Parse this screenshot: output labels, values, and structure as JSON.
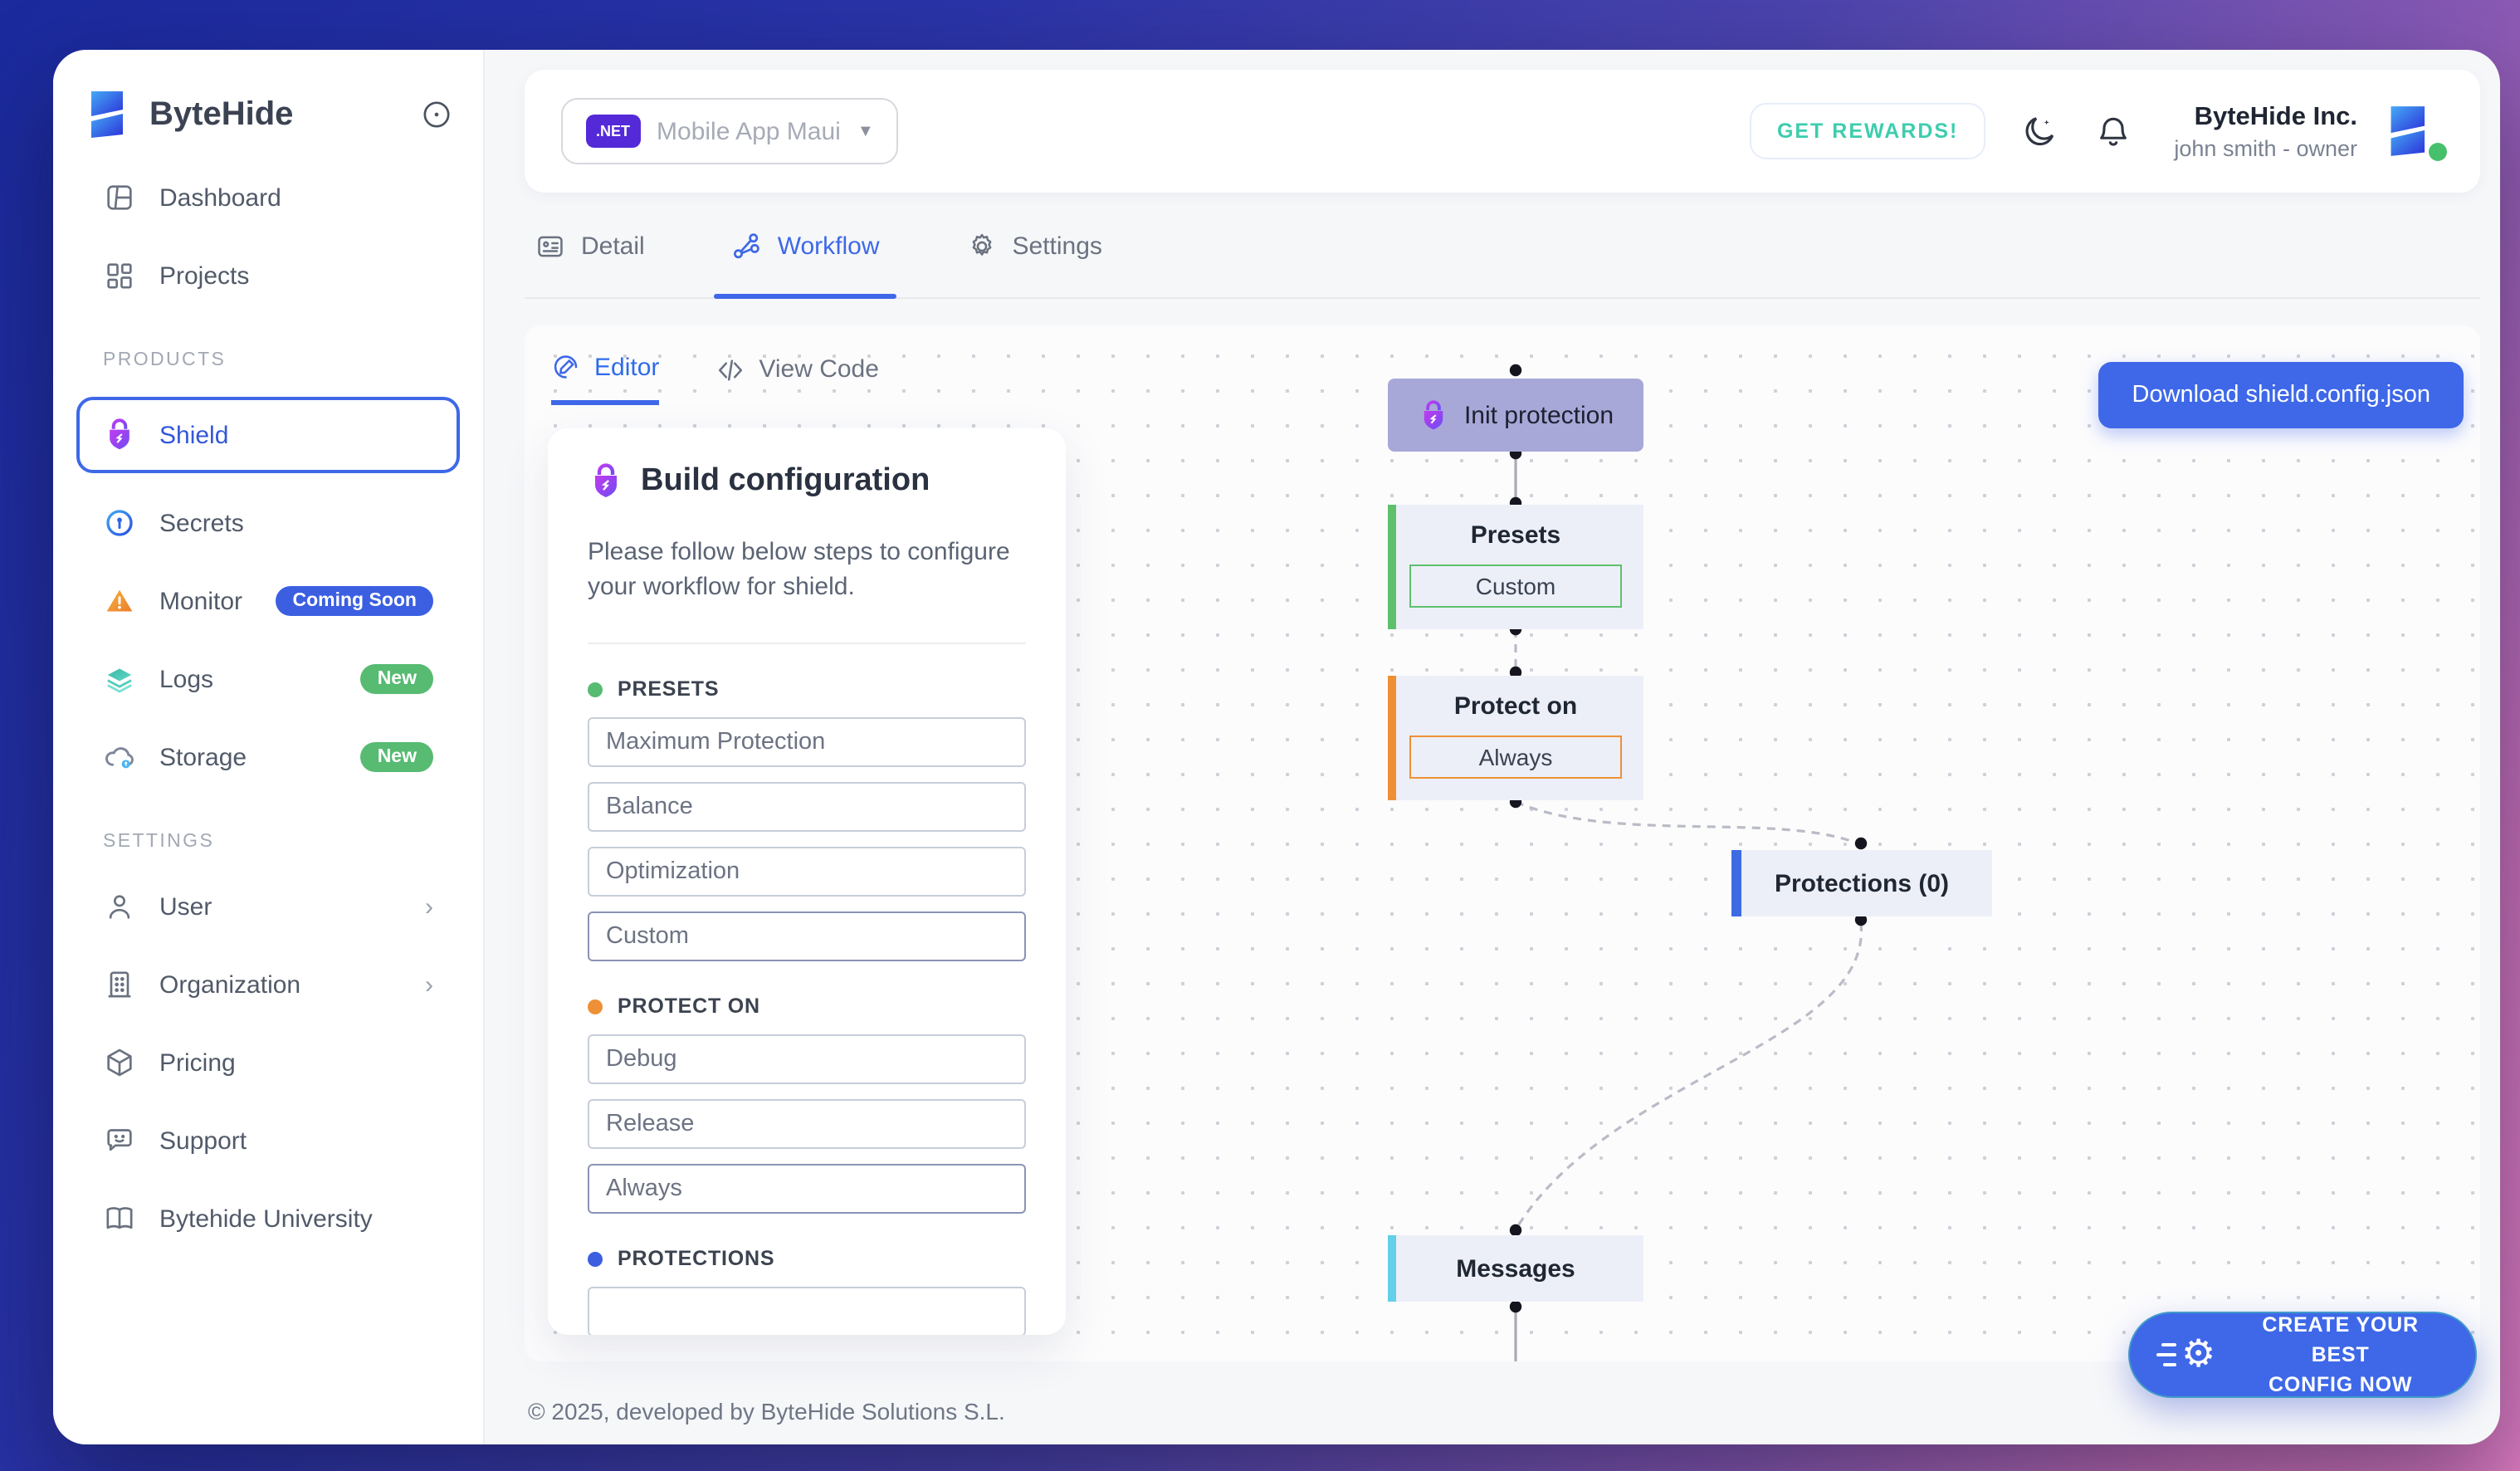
{
  "colors": {
    "accent_blue": "#3e68e8",
    "badge_blue": "#3b5fe0",
    "badge_green": "#57bb72",
    "rewards_teal": "#3ecdae",
    "presets_green": "#5fc06c",
    "protecton_orange": "#ee9036",
    "protections_blue": "#3d6be4",
    "messages_cyan": "#62d0e8",
    "init_node_bg": "#a7a8d8"
  },
  "sidebar": {
    "brand": "ByteHide",
    "nav": [
      {
        "label": "Dashboard"
      },
      {
        "label": "Projects"
      }
    ],
    "products_label": "PRODUCTS",
    "products": [
      {
        "label": "Shield"
      },
      {
        "label": "Secrets"
      },
      {
        "label": "Monitor",
        "badge": "Coming Soon"
      },
      {
        "label": "Logs",
        "badge": "New"
      },
      {
        "label": "Storage",
        "badge": "New"
      }
    ],
    "settings_label": "SETTINGS",
    "settings": [
      {
        "label": "User"
      },
      {
        "label": "Organization"
      },
      {
        "label": "Pricing"
      },
      {
        "label": "Support"
      },
      {
        "label": "Bytehide University"
      }
    ]
  },
  "topbar": {
    "project": {
      "badge": ".NET",
      "name": "Mobile App Maui"
    },
    "rewards_label": "GET REWARDS!",
    "org_name": "ByteHide Inc.",
    "user_line": "john smith - owner"
  },
  "tabs": [
    {
      "label": "Detail"
    },
    {
      "label": "Workflow"
    },
    {
      "label": "Settings"
    }
  ],
  "editor": {
    "tab_editor": "Editor",
    "tab_view_code": "View Code",
    "title": "Build configuration",
    "description": "Please follow below steps to configure your workflow for shield.",
    "presets_label": "PRESETS",
    "presets": [
      "Maximum Protection",
      "Balance",
      "Optimization",
      "Custom"
    ],
    "presets_selected": "Custom",
    "protect_on_label": "PROTECT ON",
    "protect_on": [
      "Debug",
      "Release",
      "Always"
    ],
    "protect_on_selected": "Always",
    "protections_label": "PROTECTIONS"
  },
  "workflow": {
    "init_label": "Init protection",
    "steps": [
      {
        "title": "Presets",
        "value": "Custom",
        "color": "#5fc06c"
      },
      {
        "title": "Protect on",
        "value": "Always",
        "color": "#ee9036"
      },
      {
        "title": "Protections (0)",
        "color": "#3d6be4"
      },
      {
        "title": "Messages",
        "color": "#62d0e8"
      }
    ],
    "download_label": "Download shield.config.json"
  },
  "cta": {
    "line1": "CREATE YOUR BEST",
    "line2": "CONFIG NOW"
  },
  "footer": "© 2025, developed by ByteHide Solutions S.L."
}
